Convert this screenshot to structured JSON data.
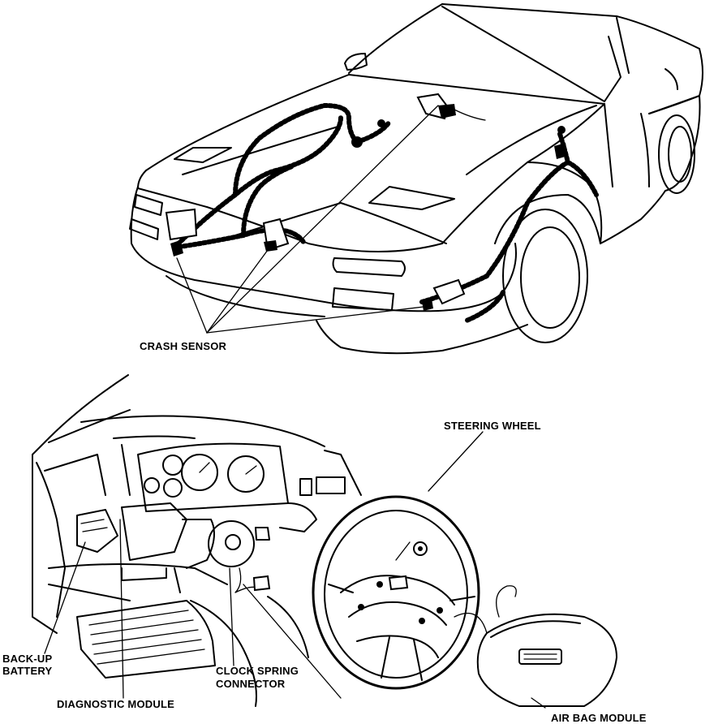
{
  "labels": {
    "crash_sensor": "CRASH SENSOR",
    "steering_wheel": "STEERING WHEEL",
    "backup_battery_line1": "BACK-UP",
    "backup_battery_line2": "BATTERY",
    "clock_spring_line1": "CLOCK SPRING",
    "clock_spring_line2": "CONNECTOR",
    "diagnostic_module": "DIAGNOSTIC MODULE",
    "air_bag_module": "AIR BAG MODULE"
  }
}
